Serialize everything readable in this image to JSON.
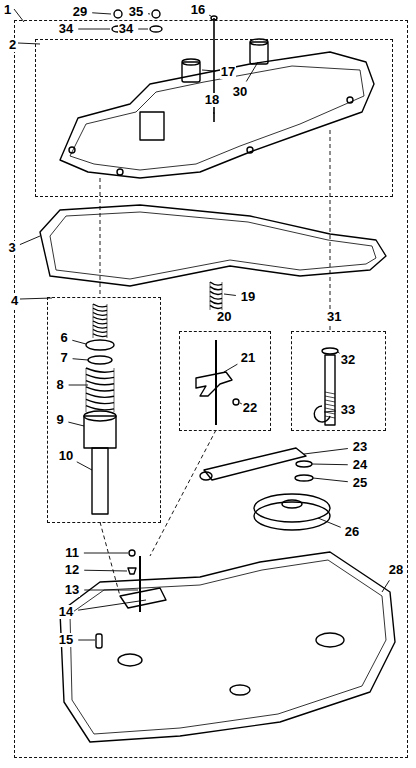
{
  "diagram": {
    "nodes": [
      {
        "text": [
          "1"
        ]
      },
      {
        "text": [
          "2"
        ],
        "in": 0
      },
      {
        "text": [
          "4"
        ],
        "in": 0
      },
      {
        "text": [
          "20"
        ],
        "in": 0
      },
      {
        "text": [
          "31"
        ],
        "in": 0
      }
    ],
    "labels": [
      "29",
      "35",
      "16",
      "34",
      "34",
      "17",
      "30",
      "18",
      "3",
      "6",
      "7",
      "8",
      "9",
      "10",
      "19",
      "21",
      "22",
      "32",
      "33",
      "23",
      "24",
      "25",
      "11",
      "12",
      "26",
      "13",
      "14",
      "15",
      "28"
    ]
  }
}
